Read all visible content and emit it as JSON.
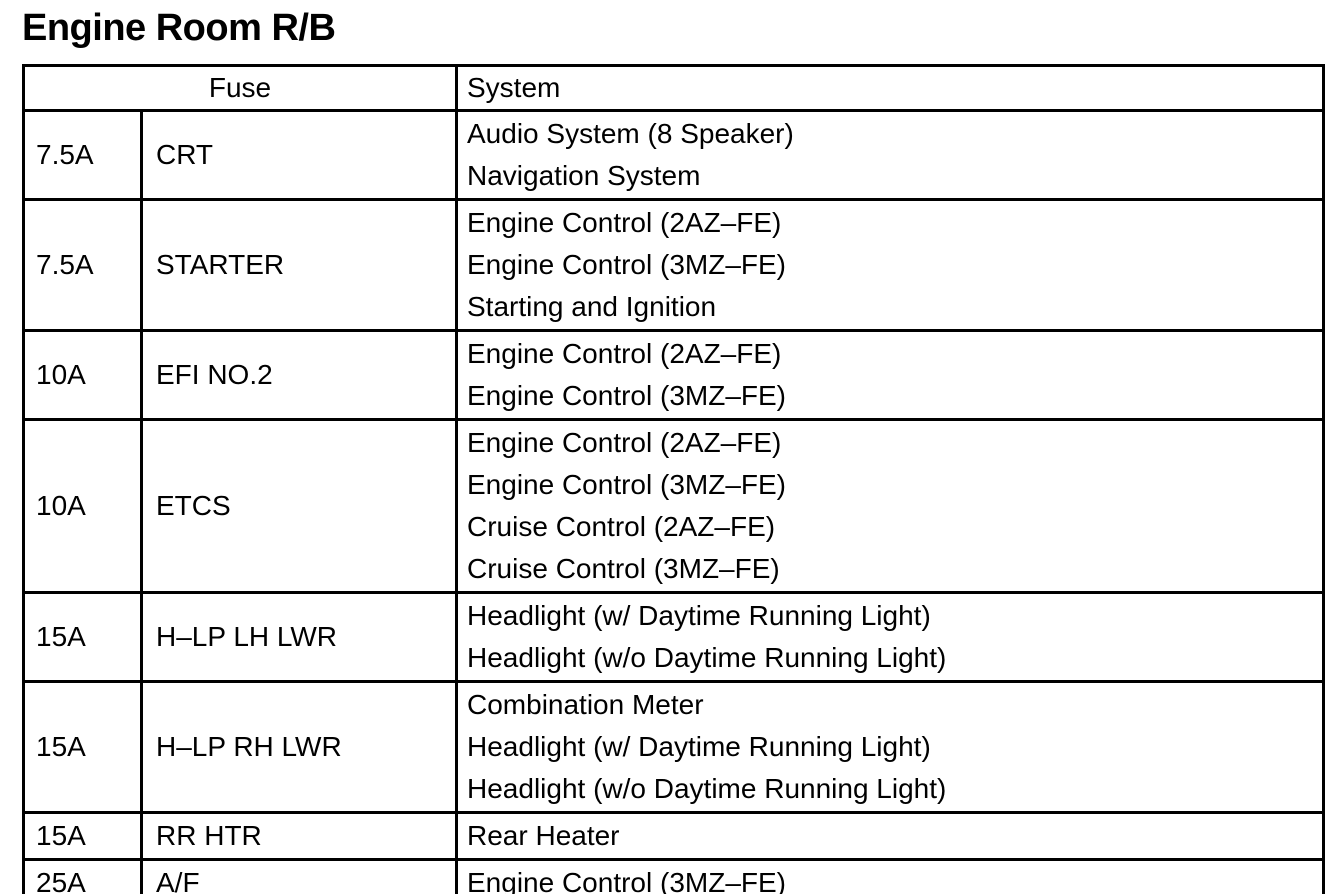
{
  "page": {
    "title": "Engine Room R/B"
  },
  "colors": {
    "text": "#000000",
    "border": "#000000",
    "background": "#ffffff"
  },
  "table": {
    "headers": {
      "fuse": "Fuse",
      "system": "System"
    },
    "rows": [
      {
        "amp": "7.5A",
        "name": "CRT",
        "systems": [
          "Audio System (8 Speaker)",
          "Navigation System"
        ]
      },
      {
        "amp": "7.5A",
        "name": "STARTER",
        "systems": [
          "Engine Control (2AZ–FE)",
          "Engine Control (3MZ–FE)",
          "Starting and Ignition"
        ]
      },
      {
        "amp": "10A",
        "name": "EFI NO.2",
        "systems": [
          "Engine Control (2AZ–FE)",
          "Engine Control (3MZ–FE)"
        ]
      },
      {
        "amp": "10A",
        "name": "ETCS",
        "systems": [
          "Engine Control (2AZ–FE)",
          "Engine Control (3MZ–FE)",
          "Cruise Control (2AZ–FE)",
          "Cruise Control (3MZ–FE)"
        ]
      },
      {
        "amp": "15A",
        "name": "H–LP LH LWR",
        "systems": [
          "Headlight (w/ Daytime Running Light)",
          "Headlight (w/o Daytime Running Light)"
        ]
      },
      {
        "amp": "15A",
        "name": "H–LP RH LWR",
        "systems": [
          "Combination Meter",
          "Headlight (w/ Daytime Running Light)",
          "Headlight (w/o Daytime Running Light)"
        ]
      },
      {
        "amp": "15A",
        "name": "RR HTR",
        "systems": [
          "Rear Heater"
        ]
      },
      {
        "amp": "25A",
        "name": "A/F",
        "systems": [
          "Engine Control (3MZ–FE)"
        ]
      }
    ]
  }
}
